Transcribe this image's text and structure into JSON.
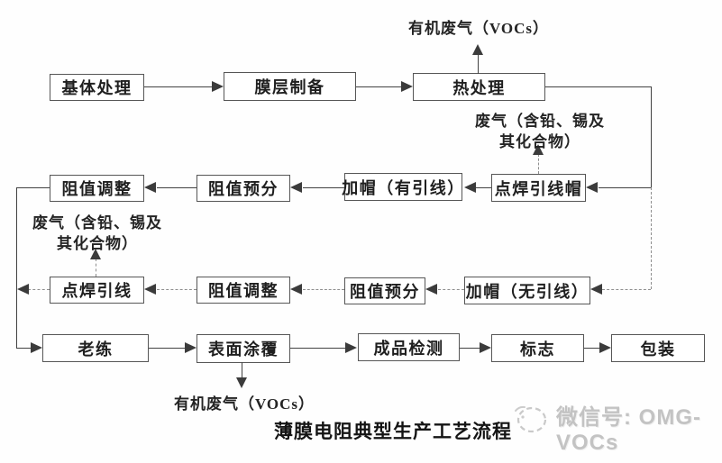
{
  "diagram": {
    "caption": "薄膜电阻典型生产工艺流程",
    "watermark_text": "微信号: OMG-VOCs"
  },
  "flow": {
    "row1": [
      "基体处理",
      "膜层制备",
      "热处理"
    ],
    "row2": [
      "阻值调整",
      "阻值预分",
      "加帽（有引线）",
      "点焊引线帽"
    ],
    "row3": [
      "点焊引线",
      "阻值调整",
      "阻值预分",
      "加帽（无引线）"
    ],
    "row4": [
      "老练",
      "表面涂覆",
      "成品检测",
      "标志",
      "包装"
    ]
  },
  "emissions": {
    "voc_top": "有机废气（VOCs）",
    "waste_right_line1": "废气（含铅、锡及",
    "waste_right_line2": "其化合物）",
    "waste_left_line1": "废气（含铅、锡及",
    "waste_left_line2": "其化合物）",
    "voc_bottom": "有机废气（VOCs）"
  }
}
